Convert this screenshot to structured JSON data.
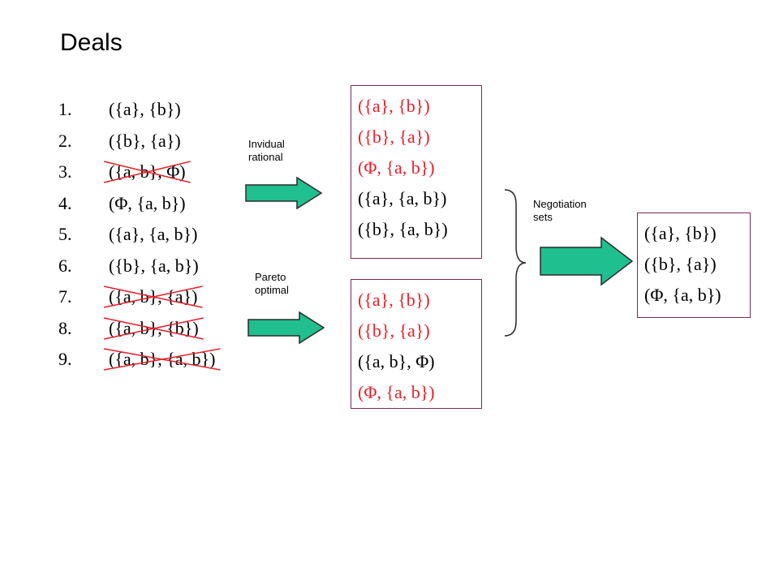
{
  "title": "Deals",
  "deals": [
    {
      "num": "1.",
      "text": "({a}, {b})",
      "crossed": false
    },
    {
      "num": "2.",
      "text": "({b}, {a})",
      "crossed": false
    },
    {
      "num": "3.",
      "text": "({a, b}, Φ)",
      "crossed": true
    },
    {
      "num": "4.",
      "text": "(Φ, {a, b})",
      "crossed": false
    },
    {
      "num": "5.",
      "text": "({a}, {a, b})",
      "crossed": false
    },
    {
      "num": "6.",
      "text": "({b}, {a, b})",
      "crossed": false
    },
    {
      "num": "7.",
      "text": "({a, b}, {a})",
      "crossed": true
    },
    {
      "num": "8.",
      "text": "({a, b}, {b})",
      "crossed": true
    },
    {
      "num": "9.",
      "text": "({a, b}, {a, b})",
      "crossed": true
    }
  ],
  "labels": {
    "individual_rational": "Invidual\nrational",
    "pareto_optimal": "Pareto\noptimal",
    "negotiation_sets": "Negotiation\nsets"
  },
  "individual_rational_box": [
    {
      "text": "({a}, {b})",
      "highlight": true
    },
    {
      "text": "({b}, {a})",
      "highlight": true
    },
    {
      "text": "(Φ, {a, b})",
      "highlight": true
    },
    {
      "text": "({a}, {a, b})",
      "highlight": false
    },
    {
      "text": "({b}, {a, b})",
      "highlight": false
    }
  ],
  "pareto_optimal_box": [
    {
      "text": "({a}, {b})",
      "highlight": true
    },
    {
      "text": "({b}, {a})",
      "highlight": true
    },
    {
      "text": "({a, b}, Φ)",
      "highlight": false
    },
    {
      "text": "(Φ, {a, b})",
      "highlight": true
    }
  ],
  "negotiation_set_box": [
    {
      "text": "({a}, {b})",
      "highlight": false
    },
    {
      "text": "({b}, {a})",
      "highlight": false
    },
    {
      "text": "(Φ, {a, b})",
      "highlight": false
    }
  ],
  "colors": {
    "highlight": "#e8202a",
    "cross": "#e8202a",
    "arrow_fill": "#1fbf8f",
    "arrow_stroke": "#2a2a2a",
    "box_border": "#7a2a55"
  }
}
